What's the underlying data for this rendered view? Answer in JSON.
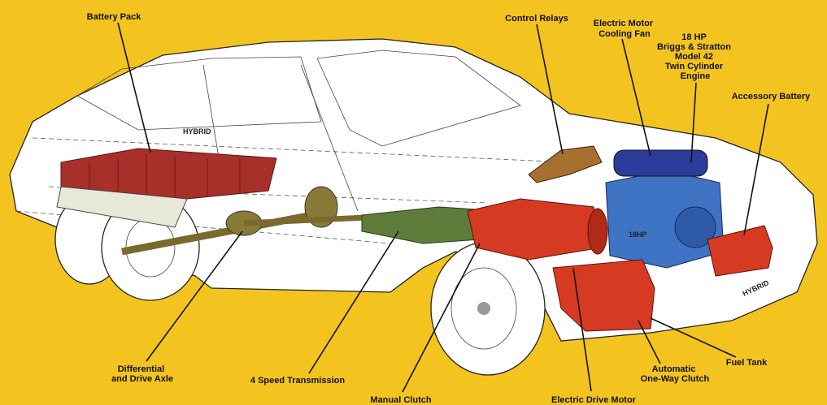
{
  "colors": {
    "background": "#f3c41f",
    "body": "#ffffff",
    "battery": "#a8302a",
    "electric_drive": "#d63a22",
    "transmission": "#5f7d3a",
    "engine": "#3f73c4",
    "fan": "#2c3c9a",
    "axle": "#7a6a2e"
  },
  "car": {
    "badge_text": "HYBRID",
    "engine_badge": "18HP",
    "plate_text": "HYBRID"
  },
  "labels": {
    "battery_pack": "Battery Pack",
    "control_relays": "Control Relays",
    "cooling_fan": [
      "Electric Motor",
      "Cooling Fan"
    ],
    "engine": [
      "18 HP",
      "Briggs & Stratton",
      "Model 42",
      "Twin Cylinder",
      "Engine"
    ],
    "accessory_battery": "Accessory Battery",
    "fuel_tank": "Fuel Tank",
    "one_way_clutch": [
      "Automatic",
      "One-Way Clutch"
    ],
    "electric_drive_motor": "Electric Drive Motor",
    "manual_clutch": "Manual Clutch",
    "transmission": "4 Speed Transmission",
    "differential": [
      "Differential",
      "and Drive Axle"
    ]
  }
}
